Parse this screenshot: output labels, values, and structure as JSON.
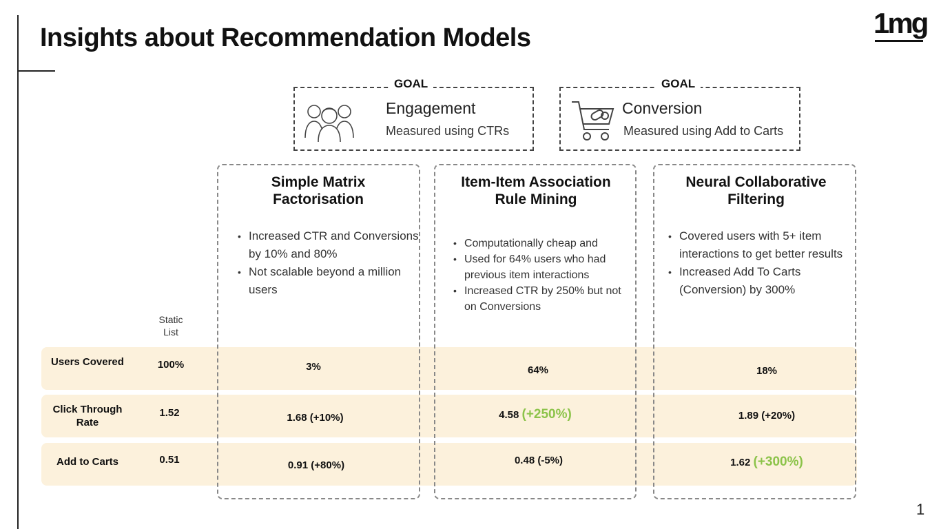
{
  "title": "Insights about Recommendation Models",
  "logo_text": "1mg",
  "page_number": "1",
  "goals": [
    {
      "label": "GOAL",
      "heading": "Engagement",
      "sub": "Measured using CTRs",
      "icon": "people-icon"
    },
    {
      "label": "GOAL",
      "heading": "Conversion",
      "sub": "Measured using Add to Carts",
      "icon": "cart-icon"
    }
  ],
  "static_header": "Static List",
  "models": [
    {
      "title": "Simple Matrix Factorisation",
      "bullets": [
        "Increased CTR and Conversions by 10% and 80%",
        "Not scalable beyond a million users"
      ]
    },
    {
      "title": "Item-Item Association Rule Mining",
      "bullets": [
        "Computationally cheap and",
        "Used for 64% users who had previous item interactions",
        "Increased CTR by 250% but not on Conversions"
      ]
    },
    {
      "title": "Neural Collaborative Filtering",
      "bullets": [
        "Covered users with 5+ item interactions to get better results",
        "Increased Add To Carts (Conversion) by 300%"
      ]
    }
  ],
  "rows": [
    {
      "label": "Users Covered",
      "static": "100%",
      "cells": [
        {
          "value": "3%",
          "delta": ""
        },
        {
          "value": "64%",
          "delta": ""
        },
        {
          "value": "18%",
          "delta": ""
        }
      ]
    },
    {
      "label": "Click Through Rate",
      "static": "1.52",
      "cells": [
        {
          "value": "1.68",
          "delta": "(+10%)"
        },
        {
          "value": "4.58",
          "delta": "(+250%)"
        },
        {
          "value": "1.89",
          "delta": "(+20%)"
        }
      ]
    },
    {
      "label": "Add to Carts",
      "static": "0.51",
      "cells": [
        {
          "value": "0.91",
          "delta": "(+80%)"
        },
        {
          "value": "0.48",
          "delta": "(-5%)"
        },
        {
          "value": "1.62",
          "delta": "(+300%)"
        }
      ]
    }
  ],
  "colors": {
    "highlight": "#8cc34a",
    "band": "#fcf1dc"
  }
}
